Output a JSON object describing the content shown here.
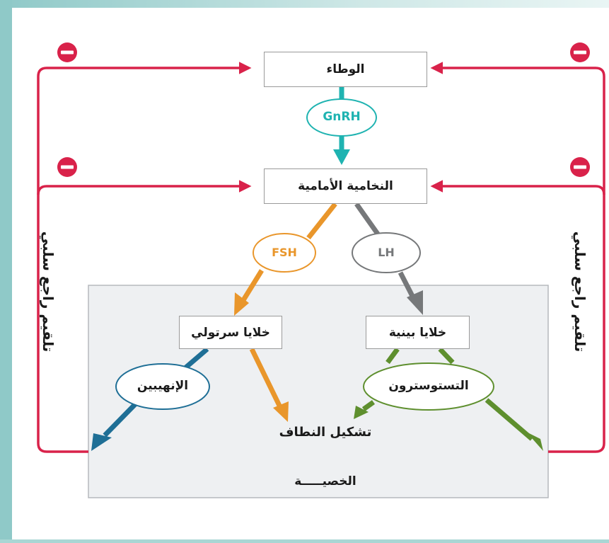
{
  "nodes": {
    "hypothalamus": "الوطاء",
    "anterior_pituitary": "النخامية الأمامية",
    "sertoli_cells": "خلايا سرتولي",
    "interstitial_cells": "خلايا بينية"
  },
  "hormones": {
    "gnrh": "GnRH",
    "fsh": "FSH",
    "lh": "LH",
    "inhibin": "الإنهيبين",
    "testosterone": "التستوسترون"
  },
  "labels": {
    "spermatogenesis": "تشكيل النطاف",
    "testis": "الخصيـــــة",
    "negative_feedback_left": "تلقيم راجع سلبي",
    "negative_feedback_right": "تلقيم راجع سلبي",
    "minus_sign": "−"
  },
  "colors": {
    "feedback": "#d9224a",
    "gnrh": "#1fb3b1",
    "fsh": "#e9962b",
    "lh": "#76787a",
    "testosterone": "#5e8f2e",
    "inhibin": "#1f6f96",
    "testis_bg": "#eef0f2",
    "frame": "#8fc9c8"
  }
}
